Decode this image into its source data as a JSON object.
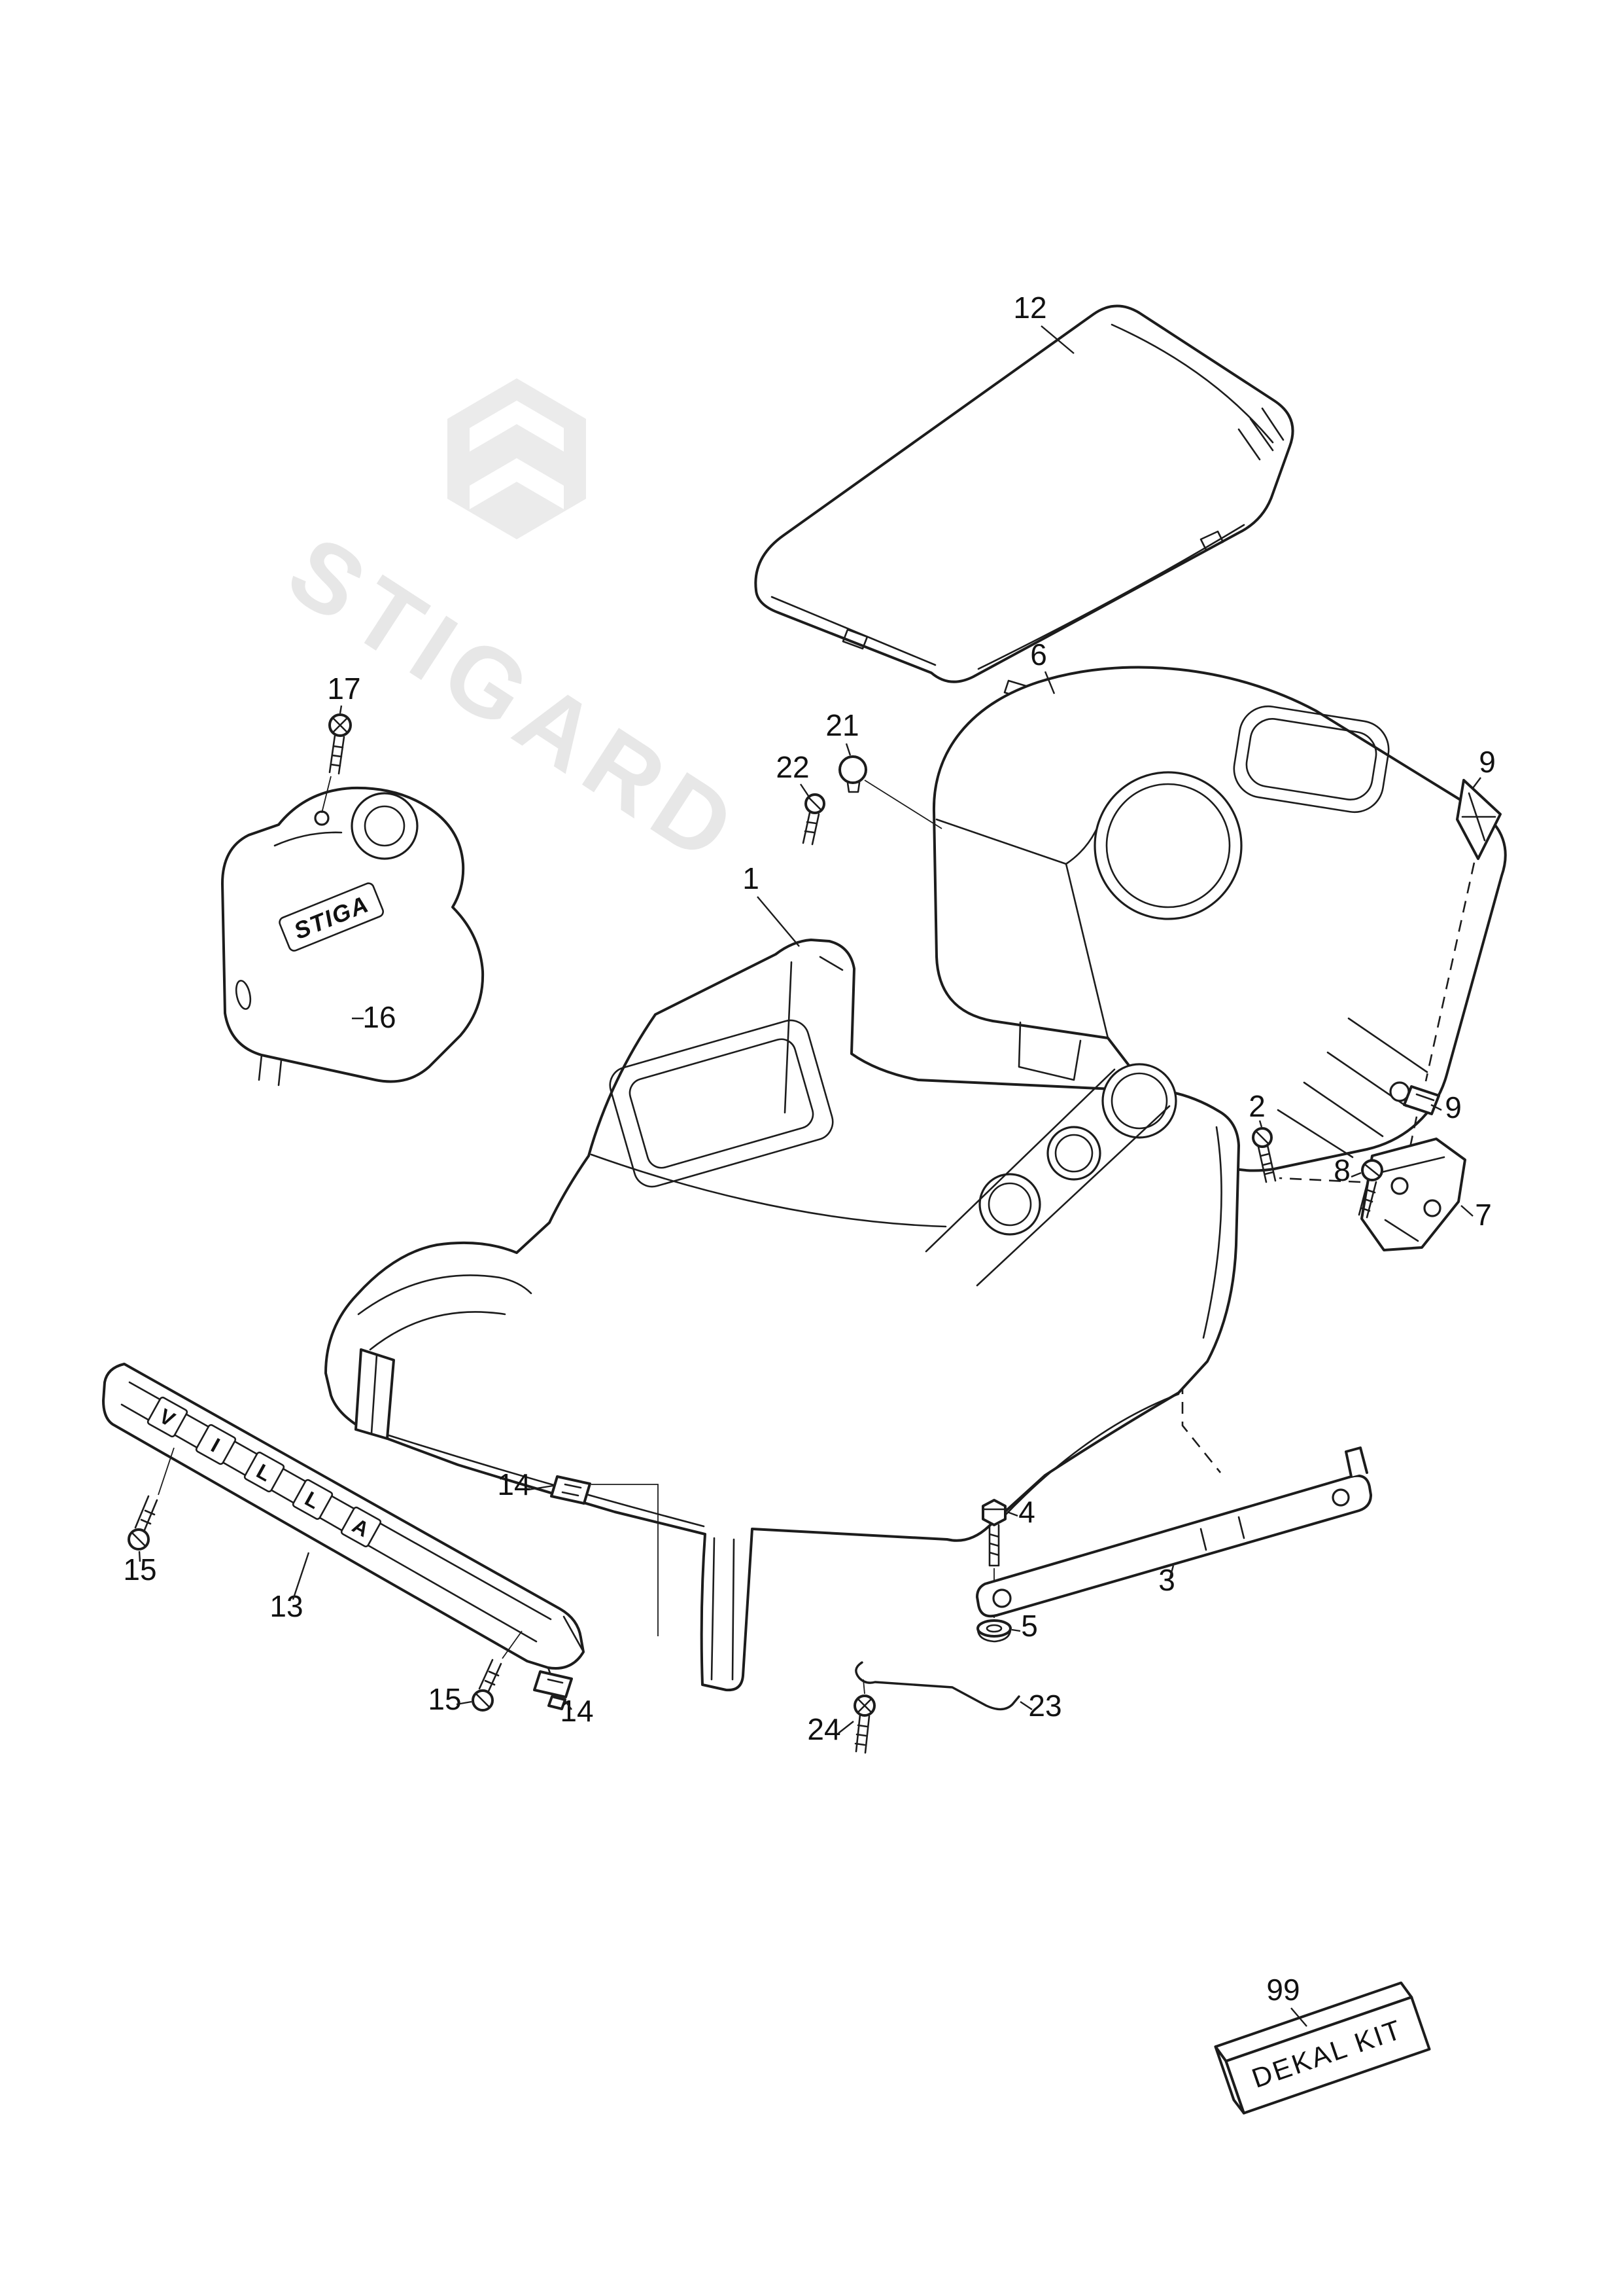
{
  "document": {
    "type": "exploded-parts-diagram"
  },
  "watermark": {
    "text": "STIGARD"
  },
  "callouts": {
    "c1": "1",
    "c2": "2",
    "c3": "3",
    "c4": "4",
    "c5": "5",
    "c6": "6",
    "c7": "7",
    "c8": "8",
    "c9a": "9",
    "c9b": "9",
    "c12": "12",
    "c13": "13",
    "c14a": "14",
    "c14b": "14",
    "c15a": "15",
    "c15b": "15",
    "c16": "16",
    "c17": "17",
    "c21": "21",
    "c22": "22",
    "c23": "23",
    "c24": "24",
    "c99": "99"
  },
  "labels": {
    "tank_logo": "STIGA",
    "dekal_kit": "DEKAL KIT"
  },
  "bumper_letters": [
    "V",
    "I",
    "L",
    "L",
    "A"
  ]
}
